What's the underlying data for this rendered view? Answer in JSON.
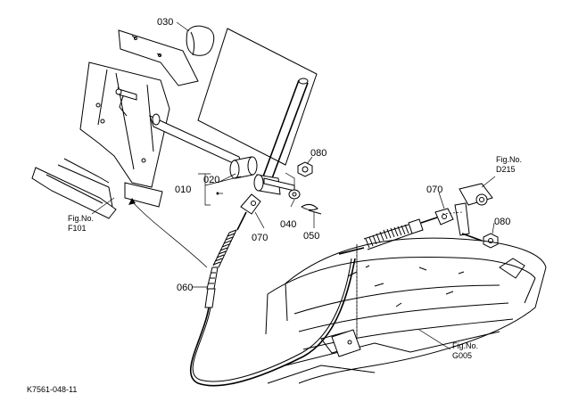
{
  "parts": {
    "p030": "030",
    "p010": "010",
    "p020": "020",
    "p080a": "080",
    "p040": "040",
    "p050": "050",
    "p070a": "070",
    "p060": "060",
    "p070b": "070",
    "p080b": "080"
  },
  "figrefs": {
    "f101": {
      "line1": "Fig.No.",
      "line2": "F101"
    },
    "d215": {
      "line1": "Fig.No.",
      "line2": "D215"
    },
    "g005": {
      "line1": "Fig.No.",
      "line2": "G005"
    }
  },
  "code": "K7561-048-11"
}
